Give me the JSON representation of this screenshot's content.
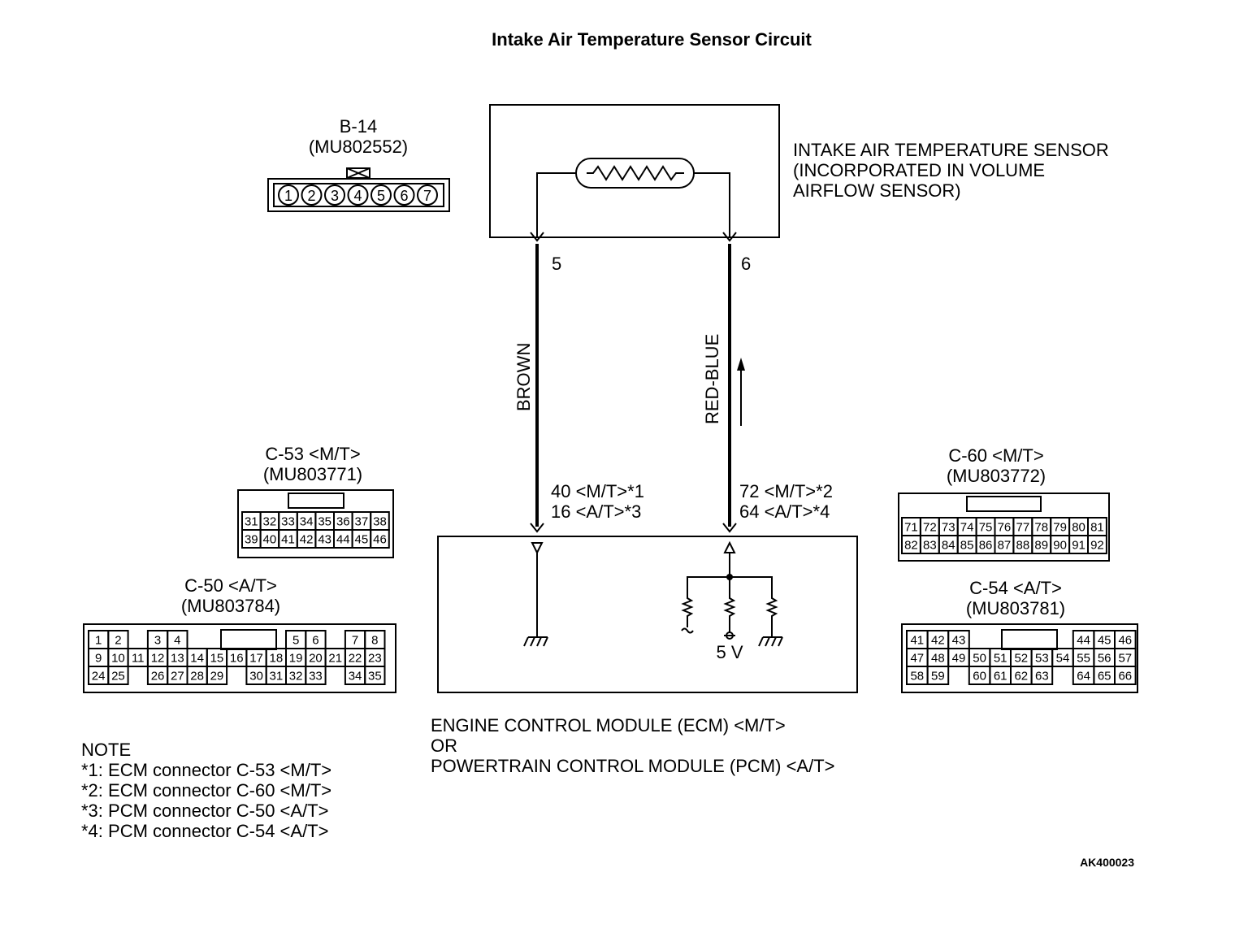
{
  "title": "Intake Air Temperature Sensor Circuit",
  "figure_id": "AK400023",
  "sensor": {
    "label_lines": [
      "INTAKE AIR TEMPERATURE SENSOR",
      "(INCORPORATED IN VOLUME",
      "AIRFLOW SENSOR)"
    ],
    "pin_left": "5",
    "pin_right": "6"
  },
  "wires": {
    "left_color": "BROWN",
    "right_color": "RED-BLUE",
    "left_ecm_pins": [
      "40 <M/T>*1",
      "16 <A/T>*3"
    ],
    "right_ecm_pins": [
      "72 <M/T>*2",
      "64 <A/T>*4"
    ]
  },
  "module": {
    "label_lines": [
      "ENGINE CONTROL MODULE (ECM) <M/T>",
      "OR",
      "POWERTRAIN CONTROL MODULE (PCM) <A/T>"
    ],
    "supply_label": "5 V"
  },
  "connectors": {
    "b14": {
      "name": "B-14",
      "part": "(MU802552)",
      "pins": [
        "1",
        "2",
        "3",
        "4",
        "5",
        "6",
        "7"
      ]
    },
    "c53": {
      "name": "C-53 <M/T>",
      "part": "(MU803771)",
      "row1": [
        "31",
        "32",
        "33",
        "34",
        "35",
        "36",
        "37",
        "38"
      ],
      "row2": [
        "39",
        "40",
        "41",
        "42",
        "43",
        "44",
        "45",
        "46"
      ]
    },
    "c60": {
      "name": "C-60 <M/T>",
      "part": "(MU803772)",
      "row1": [
        "71",
        "72",
        "73",
        "74",
        "75",
        "76",
        "77",
        "78",
        "79",
        "80",
        "81"
      ],
      "row2": [
        "82",
        "83",
        "84",
        "85",
        "86",
        "87",
        "88",
        "89",
        "90",
        "91",
        "92"
      ]
    },
    "c50": {
      "name": "C-50 <A/T>",
      "part": "(MU803784)",
      "row1": [
        "1",
        "2",
        "",
        "3",
        "4",
        "",
        "",
        "",
        "",
        "",
        "5",
        "6",
        "",
        "7",
        "8"
      ],
      "row2": [
        "9",
        "10",
        "11",
        "12",
        "13",
        "14",
        "15",
        "16",
        "17",
        "18",
        "19",
        "20",
        "21",
        "22",
        "23"
      ],
      "row3": [
        "24",
        "25",
        "",
        "26",
        "27",
        "28",
        "29",
        "",
        "30",
        "31",
        "32",
        "33",
        "",
        "34",
        "35"
      ]
    },
    "c54": {
      "name": "C-54 <A/T>",
      "part": "(MU803781)",
      "row1": [
        "41",
        "42",
        "43",
        "",
        "",
        "",
        "",
        "",
        "44",
        "45",
        "46"
      ],
      "row2": [
        "47",
        "48",
        "49",
        "50",
        "51",
        "52",
        "53",
        "54",
        "55",
        "56",
        "57"
      ],
      "row3": [
        "58",
        "59",
        "",
        "60",
        "61",
        "62",
        "63",
        "",
        "64",
        "65",
        "66"
      ]
    }
  },
  "note": {
    "heading": "NOTE",
    "items": [
      "*1: ECM connector C-53 <M/T>",
      "*2: ECM connector C-60 <M/T>",
      "*3: PCM connector C-50 <A/T>",
      "*4: PCM connector C-54 <A/T>"
    ]
  }
}
